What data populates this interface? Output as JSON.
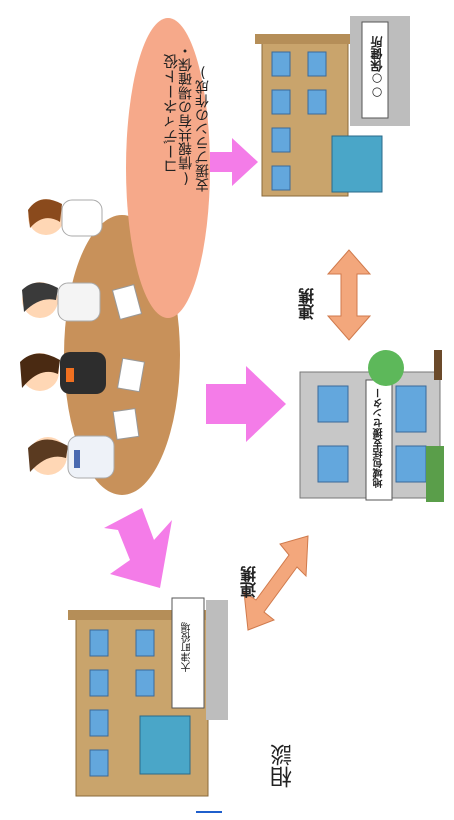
{
  "bubble": {
    "title": "コーディネート役",
    "line1": "(情報共有の場確保・",
    "line2": "支援プランの作成)"
  },
  "buildings": {
    "health_center": "○○保健所",
    "support_center": "地域包括支援センター",
    "town_office": "大津町役場"
  },
  "links": {
    "upper": "連携",
    "lower": "連携"
  },
  "consult": "相談",
  "colors": {
    "bubble": "#f6a98a",
    "arrow_pink": "#f47ce8",
    "arrow_orange": "#f3a77c",
    "building": "#c9a46c",
    "window": "#63a7dd",
    "gray_building": "#c7c7c7"
  }
}
